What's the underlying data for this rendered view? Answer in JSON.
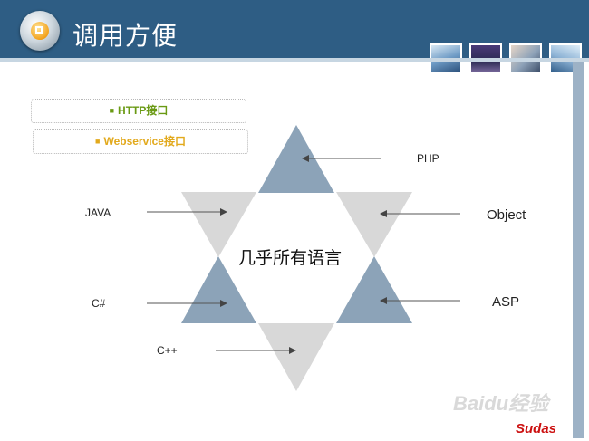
{
  "header": {
    "title": "调用方便",
    "accent_color": "#2e5d84"
  },
  "interfaces": [
    {
      "label": "HTTP接口",
      "color": "#6a9a14"
    },
    {
      "label": "Webservice接口",
      "color": "#e2a91c"
    }
  ],
  "diagram": {
    "center_label": "几乎所有语言",
    "languages": [
      "PHP",
      "JAVA",
      "Object",
      "C#",
      "ASP",
      "C++"
    ],
    "triangle_colors": {
      "blue": "#8ca3b8",
      "gray": "#d8d8d8"
    }
  },
  "footer": {
    "brand": "Sudas",
    "watermark": "Baidu经验"
  }
}
